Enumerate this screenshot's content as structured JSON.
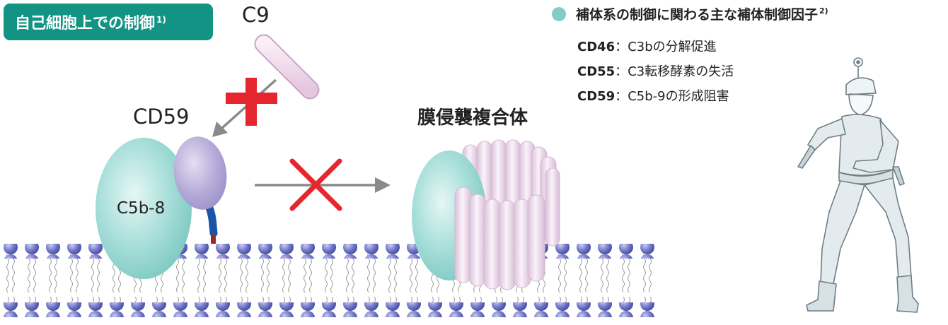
{
  "header": {
    "title": "自己細胞上での制御",
    "ref": "1)"
  },
  "labels": {
    "c9": "C9",
    "cd59": "CD59",
    "c5b8": "C5b-8",
    "mac": "膜侵襲複合体"
  },
  "legend": {
    "title": "補体系の制御に関わる主な補体制御因子",
    "ref": "2)",
    "items": [
      {
        "name": "CD46",
        "sep": "：",
        "desc": "C3bの分解促進"
      },
      {
        "name": "CD55",
        "sep": "：",
        "desc": "C3転移酵素の失活"
      },
      {
        "name": "CD59",
        "sep": "：",
        "desc": "C5b-9の形成阻害"
      }
    ]
  },
  "colors": {
    "tag_bg": "#129383",
    "teal_protein": "#a6ddd8",
    "lavender_protein": "#b8b0dc",
    "pink_c9": "#f0d6ea",
    "lipid_head": "#7177c6",
    "inhibit_red": "#e5262e",
    "arrow_gray": "#8a8a8a",
    "anchor_blue": "#1a56a8"
  },
  "icons": [
    "character-illustration-icon",
    "legend-dot-icon",
    "inhibit-cross-icon"
  ]
}
